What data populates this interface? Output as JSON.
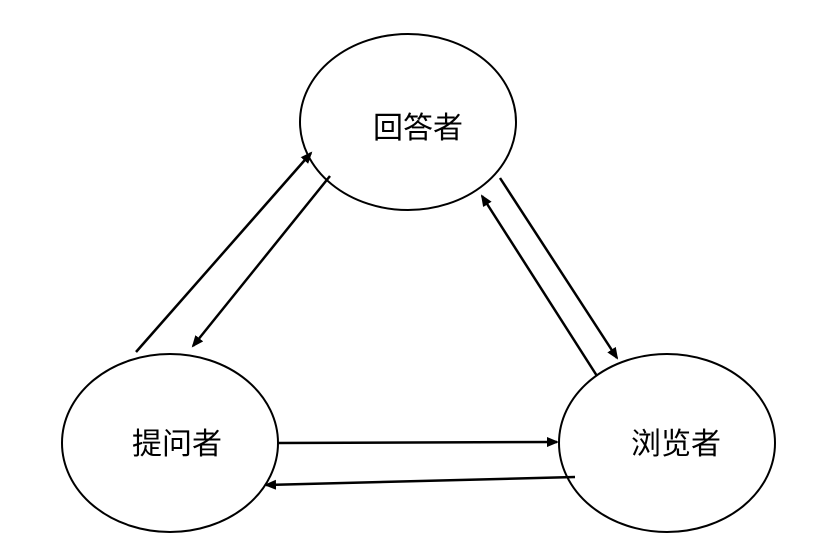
{
  "diagram": {
    "nodes": [
      {
        "id": "answerer",
        "label": "回答者"
      },
      {
        "id": "asker",
        "label": "提问者"
      },
      {
        "id": "browser",
        "label": "浏览者"
      }
    ],
    "edges": [
      {
        "from": "asker",
        "to": "answerer"
      },
      {
        "from": "answerer",
        "to": "asker"
      },
      {
        "from": "answerer",
        "to": "browser"
      },
      {
        "from": "browser",
        "to": "answerer"
      },
      {
        "from": "asker",
        "to": "browser"
      },
      {
        "from": "browser",
        "to": "asker"
      }
    ],
    "colors": {
      "stroke": "#000000",
      "fill": "#ffffff",
      "background": "#ffffff"
    }
  }
}
